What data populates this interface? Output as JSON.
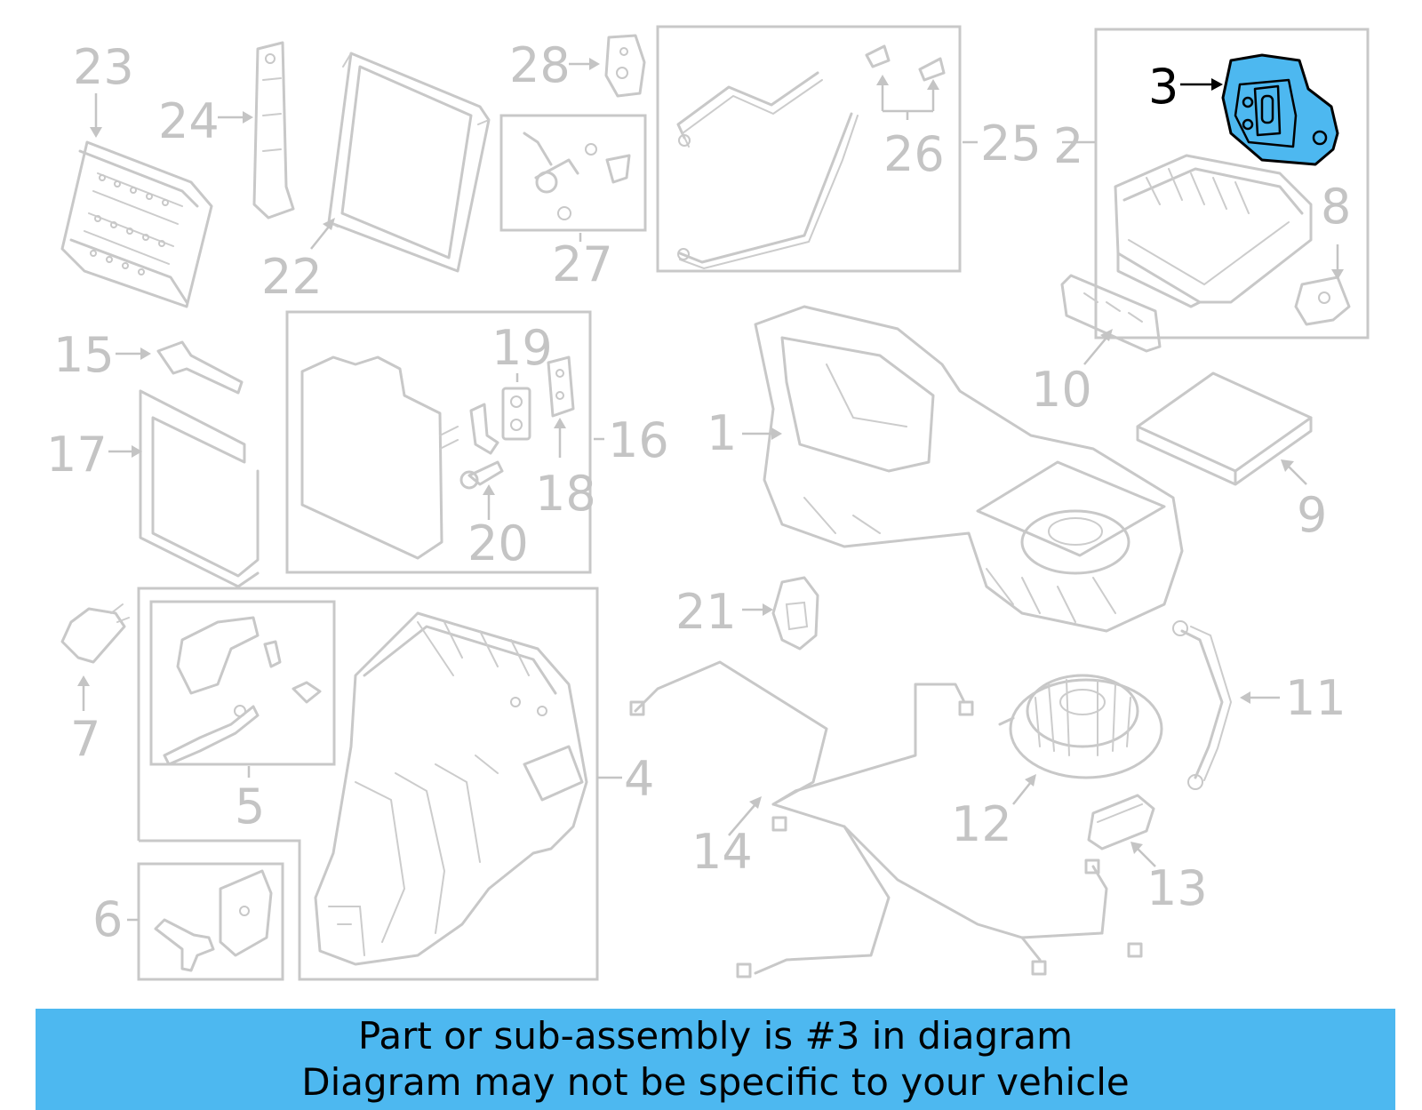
{
  "diagram": {
    "highlighted_part": "3",
    "highlight_color": "#4db8f0",
    "line_color": "#c8c8c8",
    "callouts": {
      "p1": "1",
      "p2": "2",
      "p3": "3",
      "p4": "4",
      "p5": "5",
      "p6": "6",
      "p7": "7",
      "p8": "8",
      "p9": "9",
      "p10": "10",
      "p11": "11",
      "p12": "12",
      "p13": "13",
      "p14": "14",
      "p15": "15",
      "p16": "16",
      "p17": "17",
      "p18": "18",
      "p19": "19",
      "p20": "20",
      "p21": "21",
      "p22": "22",
      "p23": "23",
      "p24": "24",
      "p25": "25",
      "p26": "26",
      "p27": "27",
      "p28": "28"
    }
  },
  "banner": {
    "line1": "Part or sub-assembly is #3 in diagram",
    "line2": "Diagram may not be specific to your vehicle",
    "background": "#4db8f0"
  }
}
